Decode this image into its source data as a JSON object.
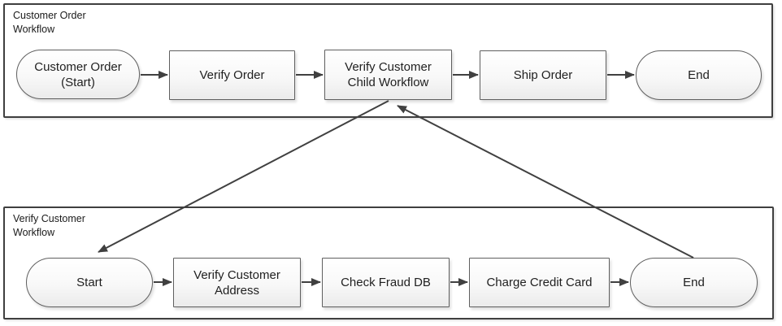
{
  "diagram": {
    "colors": {
      "container_border": "#3f3f3f",
      "node_border": "#5f5f5f",
      "connector": "#404040",
      "text": "#1f1f1f",
      "node_fill_top": "#ffffff",
      "node_fill_bottom": "#ebebeb"
    },
    "flows": [
      {
        "label": "Customer Order\nWorkflow",
        "nodes": [
          {
            "label": "Customer Order (Start)",
            "shape": "terminator"
          },
          {
            "label": "Verify Order",
            "shape": "process"
          },
          {
            "label": "Verify Customer Child Workflow",
            "shape": "process"
          },
          {
            "label": "Ship Order",
            "shape": "process"
          },
          {
            "label": "End",
            "shape": "terminator"
          }
        ]
      },
      {
        "label": "Verify Customer\nWorkflow",
        "nodes": [
          {
            "label": "Start",
            "shape": "terminator"
          },
          {
            "label": "Verify Customer Address",
            "shape": "process"
          },
          {
            "label": "Check Fraud DB",
            "shape": "process"
          },
          {
            "label": "Charge Credit Card",
            "shape": "process"
          },
          {
            "label": "End",
            "shape": "terminator"
          }
        ]
      }
    ],
    "cross_links": [
      {
        "from": "Verify Customer Child Workflow",
        "to": "Start"
      },
      {
        "from": "End",
        "to": "Verify Customer Child Workflow"
      }
    ]
  }
}
